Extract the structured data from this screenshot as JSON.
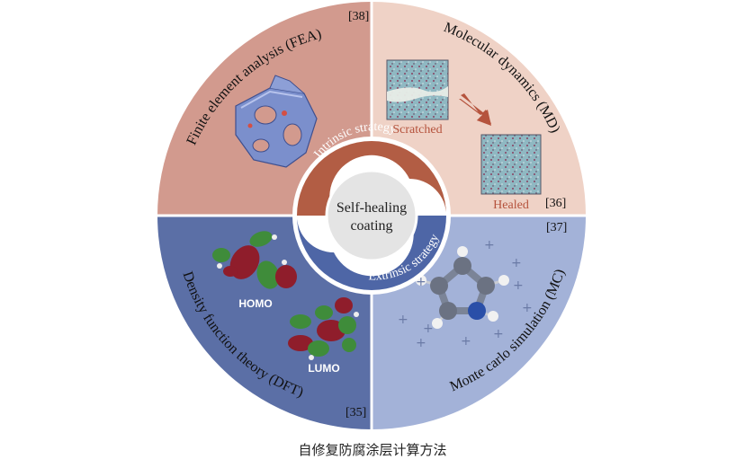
{
  "center": {
    "line1": "Self-healing",
    "line2": "coating"
  },
  "ring": {
    "intrinsic": "Intrinsic strategy",
    "extrinsic": "Extrinsic strategy"
  },
  "quadrants": {
    "fea": {
      "title": "Finite element analysis (FEA)",
      "ref": "[38]",
      "color": "#d29a8e"
    },
    "md": {
      "title": "Molecular dynamics (MD)",
      "ref": "[36]",
      "color": "#efd2c6",
      "scratched": "Scratched",
      "healed": "Healed"
    },
    "mc": {
      "title": "Monte carlo simulation (MC)",
      "ref": "[37]",
      "color": "#a3b2d8"
    },
    "dft": {
      "title": "Density function theory (DFT)",
      "ref": "[35]",
      "color": "#5b6fa6",
      "homo": "HOMO",
      "lumo": "LUMO"
    }
  },
  "colors": {
    "intrinsic_band": "#b25d44",
    "extrinsic_band": "#4e66a6",
    "arrow": "#b5533d"
  },
  "icons": [
    "fea-mesh-icon",
    "md-snapshot-icon",
    "pyrrole-molecule-icon",
    "orbital-lobes-icon"
  ],
  "caption": "自修复防腐涂层计算方法"
}
